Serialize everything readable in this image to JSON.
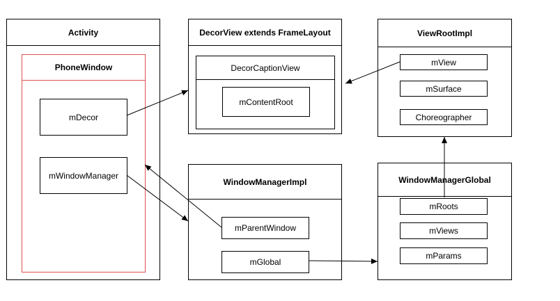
{
  "activity": {
    "title": "Activity",
    "phone_window": {
      "title": "PhoneWindow",
      "m_decor": "mDecor",
      "m_window_manager": "mWindowManager"
    }
  },
  "decor_view": {
    "title": "DecorView extends FrameLayout",
    "caption_view": {
      "title": "DecorCaptionView",
      "content_root": "mContentRoot"
    }
  },
  "view_root_impl": {
    "title": "ViewRootImpl",
    "fields": [
      "mView",
      "mSurface",
      "Choreographer"
    ]
  },
  "window_manager_impl": {
    "title": "WindowManagerImpl",
    "fields": [
      "mParentWindow",
      "mGlobal"
    ]
  },
  "window_manager_global": {
    "title": "WindowManagerGlobal",
    "fields": [
      "mRoots",
      "mViews",
      "mParams"
    ]
  },
  "colors": {
    "line": "#000000",
    "phone_window_border": "#e05050"
  }
}
